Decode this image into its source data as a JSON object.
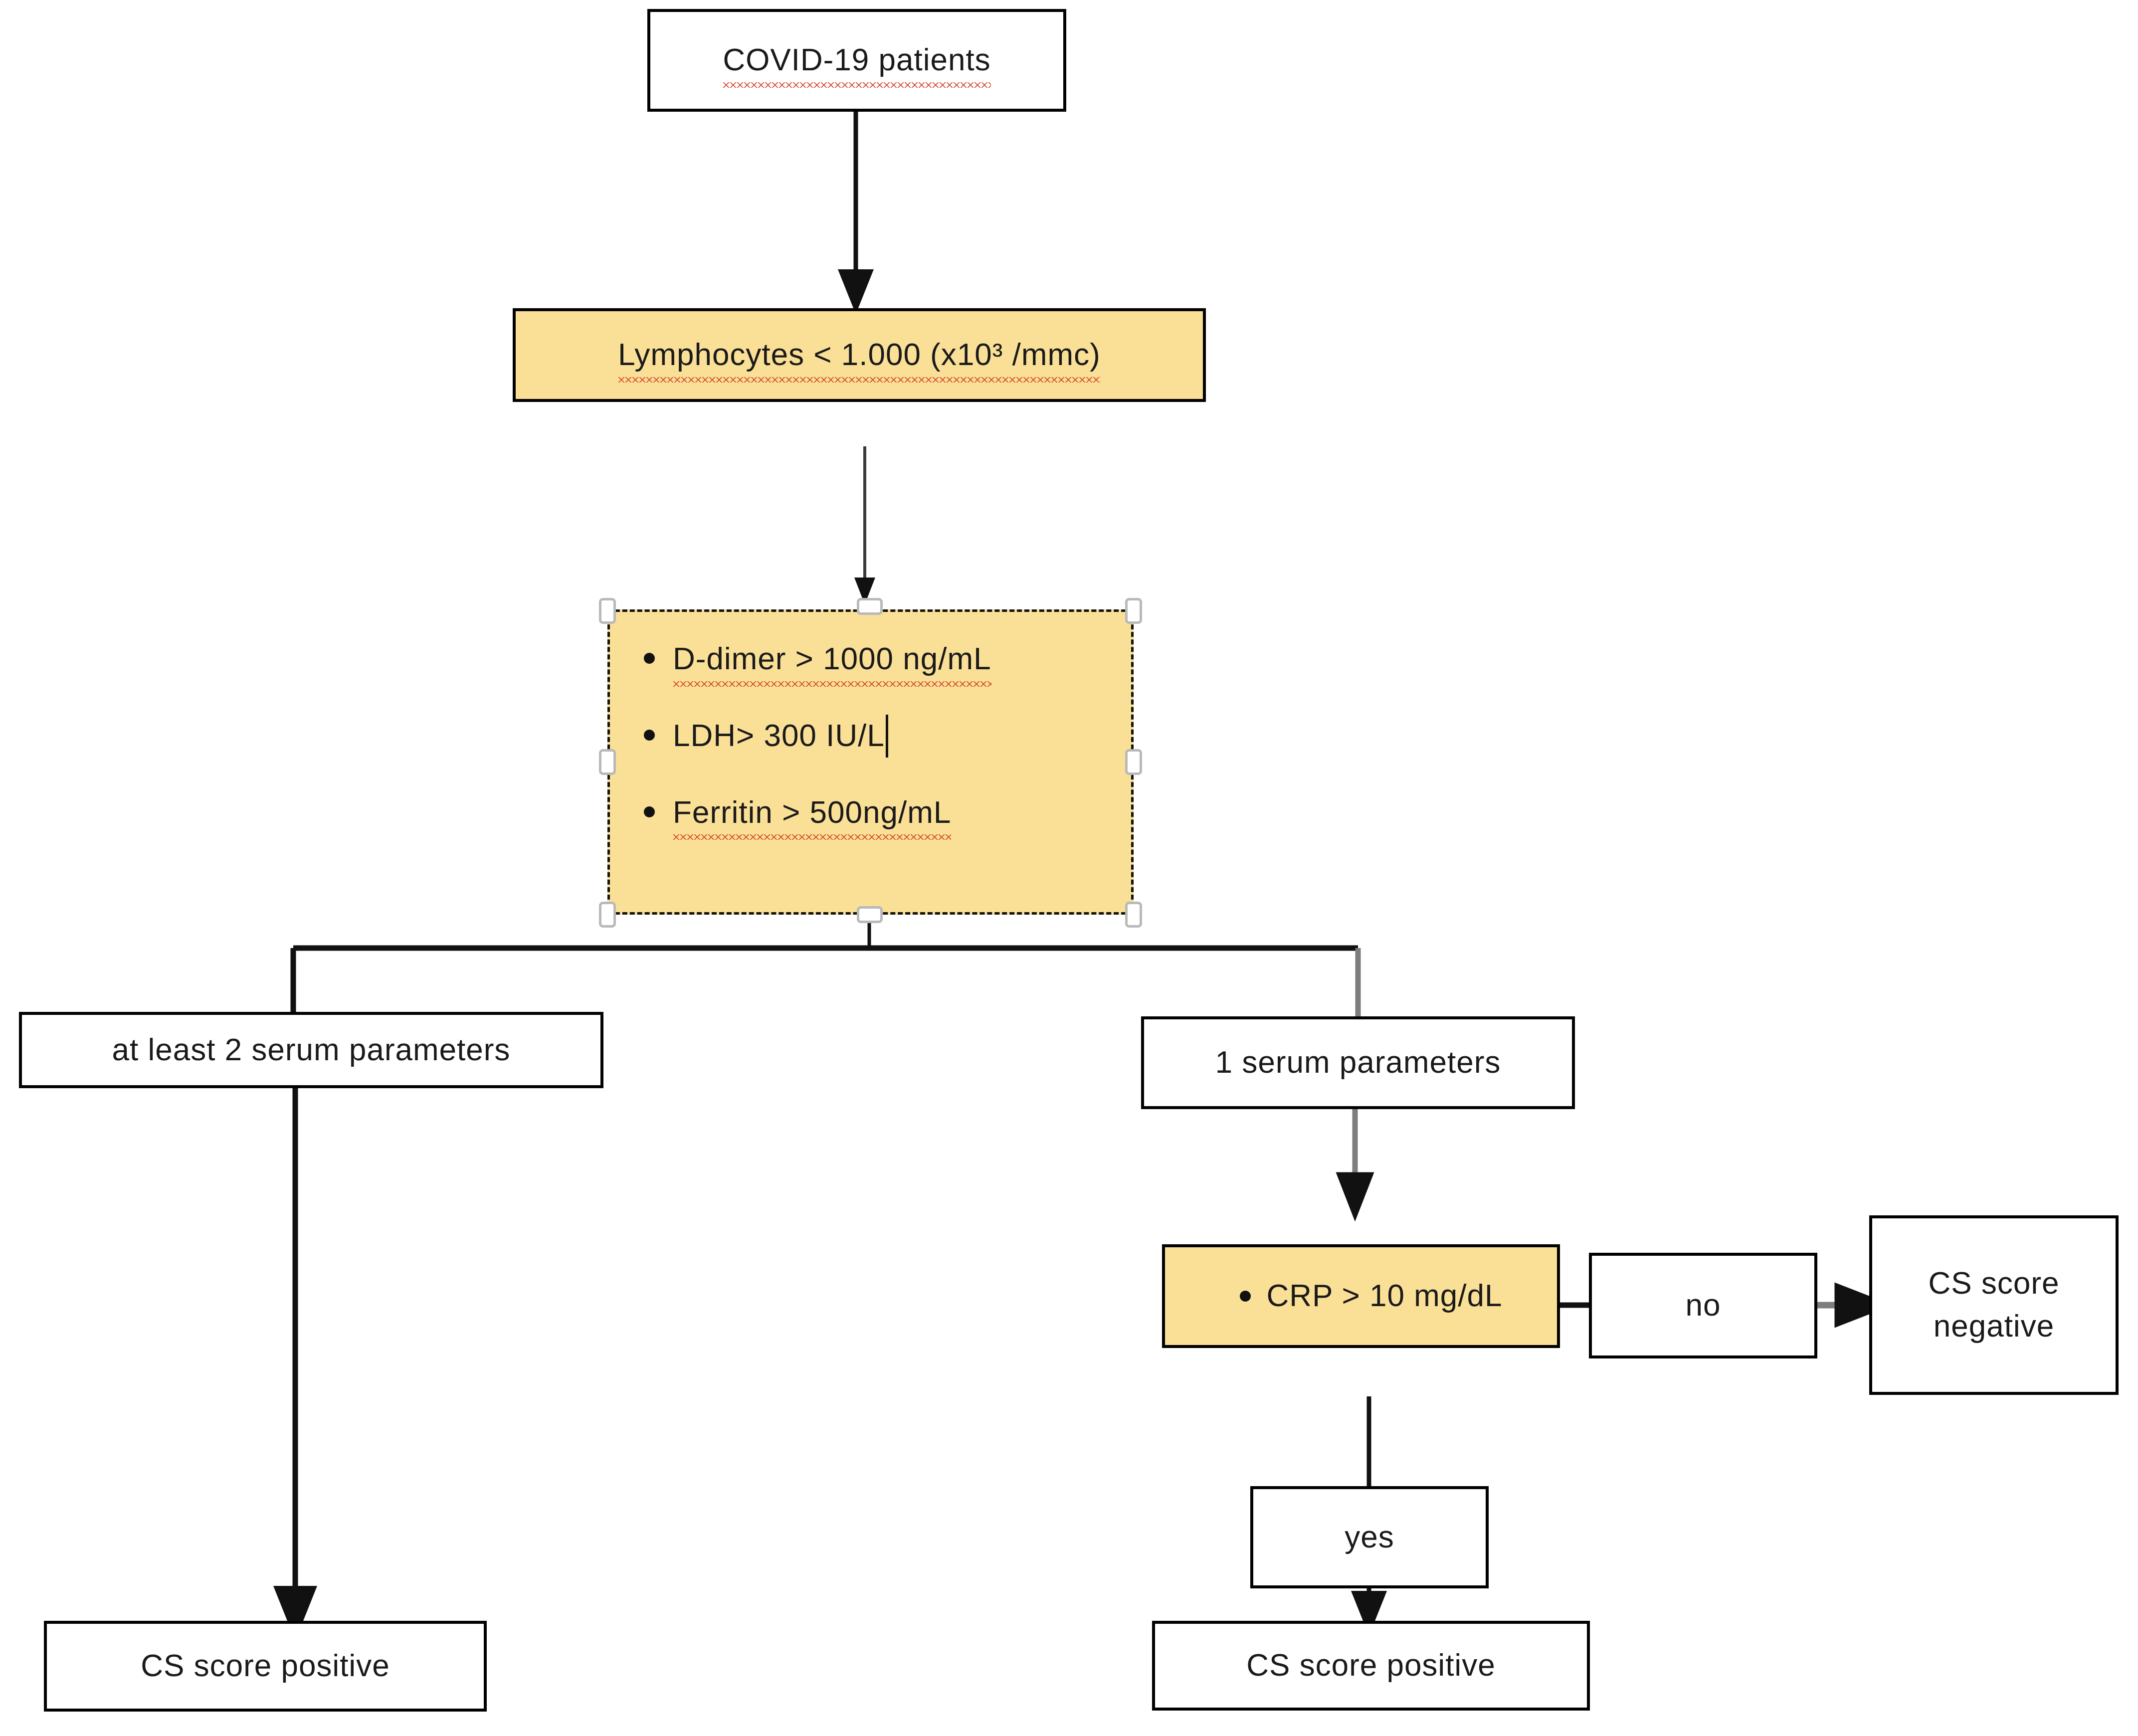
{
  "diagram": {
    "title": "COVID-19 cytokine storm (CS) score decision flowchart",
    "colors": {
      "box_fill_plain": "#ffffff",
      "box_fill_highlight": "#fadf96",
      "border": "#000000",
      "connector_black": "#111111",
      "connector_gray": "#7d7d7d",
      "spellcheck_underline": "#d6442a",
      "selection_handle": "#b9b9b9"
    },
    "nodes": {
      "start": {
        "label": "COVID-19 patients",
        "misspelled_word": "patients"
      },
      "lymphocytes": {
        "label": "Lymphocytes < 1.000 (x10³ /mmc)",
        "misspelled_word": "Lymphocytes"
      },
      "serum_panel": {
        "selected": true,
        "items": [
          {
            "text": "D-dimer > 1000 ng/mL",
            "misspelled": [
              "dimer",
              "ng",
              "mL"
            ]
          },
          {
            "text": "LDH> 300 IU/L",
            "has_caret": true,
            "misspelled": []
          },
          {
            "text": "Ferritin > 500ng/mL",
            "misspelled": [
              "Ferritin",
              "mL"
            ]
          }
        ]
      },
      "branch_left": {
        "label": "at least 2 serum  parameters"
      },
      "branch_right": {
        "label": "1 serum  parameters"
      },
      "crp": {
        "label": "CRP > 10 mg/dL",
        "bullet": true
      },
      "no_gate": {
        "label": "no"
      },
      "yes_gate": {
        "label": "yes"
      },
      "cs_negative": {
        "label": "CS score\nnegative"
      },
      "cs_positive_left": {
        "label": "CS score positive"
      },
      "cs_positive_right": {
        "label": "CS score positive"
      }
    },
    "edges": [
      {
        "from": "start",
        "to": "lymphocytes",
        "style": "black-arrow"
      },
      {
        "from": "lymphocytes",
        "to": "serum_panel",
        "style": "thin-arrow"
      },
      {
        "from": "serum_panel",
        "to": "branch_left",
        "style": "black-elbow"
      },
      {
        "from": "serum_panel",
        "to": "branch_right",
        "style": "gray-elbow"
      },
      {
        "from": "branch_left",
        "to": "cs_positive_left",
        "style": "black-arrow"
      },
      {
        "from": "branch_right",
        "to": "crp",
        "style": "gray-arrow"
      },
      {
        "from": "crp",
        "to": "no_gate",
        "style": "black-line"
      },
      {
        "from": "no_gate",
        "to": "cs_negative",
        "style": "gray-arrow-right"
      },
      {
        "from": "crp",
        "to": "yes_gate",
        "style": "black-line"
      },
      {
        "from": "yes_gate",
        "to": "cs_positive_right",
        "style": "black-arrow"
      }
    ]
  }
}
